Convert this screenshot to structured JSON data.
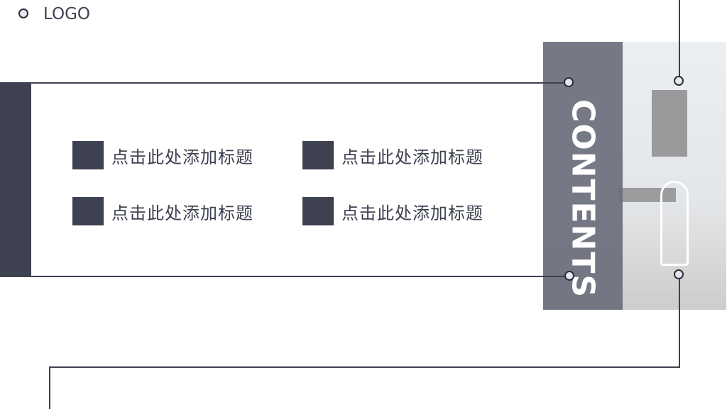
{
  "logo": {
    "text": "LOGO"
  },
  "items": [
    {
      "label": "点击此处添加标题"
    },
    {
      "label": "点击此处添加标题"
    },
    {
      "label": "点击此处添加标题"
    },
    {
      "label": "点击此处添加标题"
    }
  ],
  "side": {
    "title": "CONTENTS"
  },
  "colors": {
    "accent": "#3d4150",
    "overlay": "#6b6f7c"
  }
}
